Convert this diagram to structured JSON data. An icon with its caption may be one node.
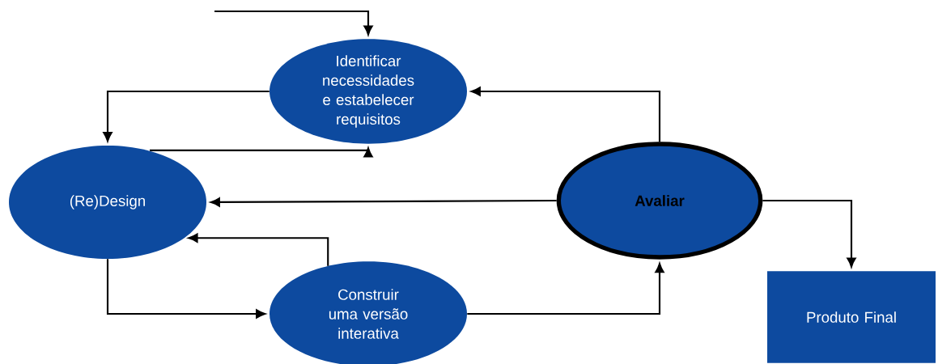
{
  "diagram": {
    "nodes": [
      {
        "text": [
          "Identificar necessidades e estabelecer requisitos"
        ]
      },
      {
        "text": [
          "(Re)Design"
        ]
      },
      {
        "text": [
          "Avaliar"
        ]
      },
      {
        "text": [
          "Construir uma versão interativa"
        ]
      },
      {
        "text": [
          "Produto Final"
        ]
      }
    ],
    "edges": [
      {
        "from": null,
        "to": 0,
        "arrow": "to"
      },
      {
        "from": 0,
        "to": 1,
        "arrow": "to"
      },
      {
        "from": 1,
        "to": 0,
        "arrow": "to"
      },
      {
        "from": 2,
        "to": 0,
        "arrow": "to"
      },
      {
        "from": 2,
        "to": 1,
        "arrow": "to"
      },
      {
        "from": 3,
        "to": 1,
        "arrow": "to"
      },
      {
        "from": 1,
        "to": 3,
        "arrow": "to"
      },
      {
        "from": 3,
        "to": 2,
        "arrow": "to"
      },
      {
        "from": 2,
        "to": 4,
        "arrow": "to"
      }
    ]
  }
}
